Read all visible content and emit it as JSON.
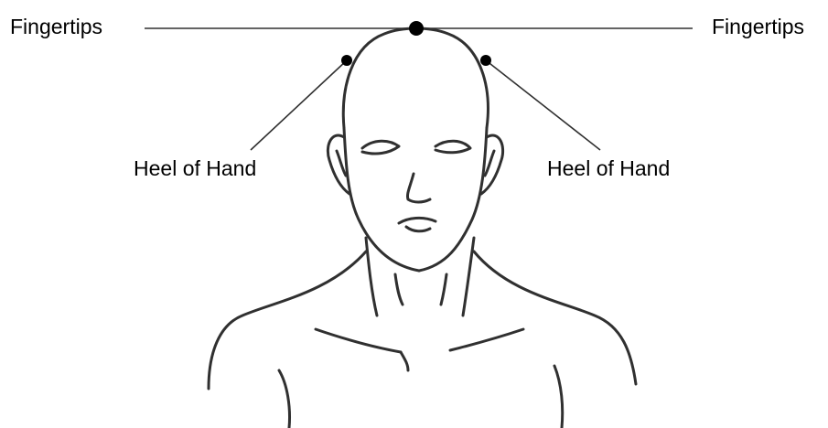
{
  "labels": {
    "fingertips_left": "Fingertips",
    "fingertips_right": "Fingertips",
    "heel_left": "Heel of Hand",
    "heel_right": "Heel of Hand"
  },
  "colors": {
    "ink": "#000000",
    "line": "#303030",
    "background": "#ffffff"
  }
}
